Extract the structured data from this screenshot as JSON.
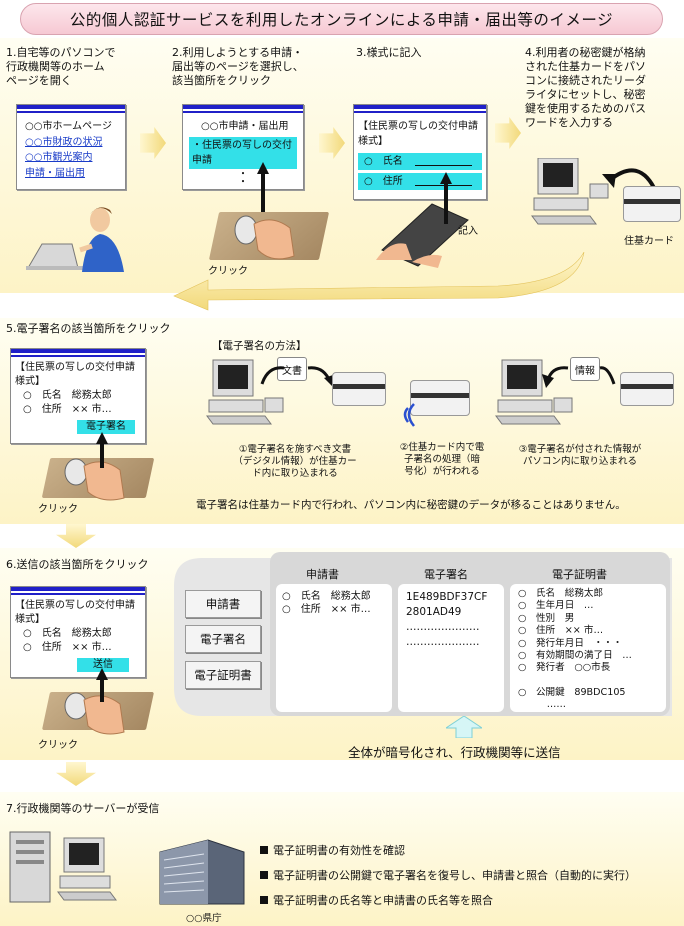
{
  "title": "公的個人認証サービスを利用したオンラインによる申請・届出等のイメージ",
  "step1": {
    "text": "1.自宅等のパソコンで\n行政機関等のホーム\nページを開く",
    "items": [
      "○○市ホームページ",
      "○○市財政の状況",
      "○○市観光案内",
      "申請・届出用"
    ]
  },
  "step2": {
    "text": "2.利用しようとする申請・\n届出等のページを選択し、\n該当箇所をクリック",
    "items": [
      "○○市申請・届出用",
      "・住民票の写しの交付申請"
    ],
    "dots": "・\n・",
    "click": "クリック"
  },
  "step3": {
    "text": "3.様式に記入",
    "form_title": "【住民票の写しの交付申請様式】",
    "fields": [
      "氏名",
      "住所"
    ],
    "write": "記入"
  },
  "step4": {
    "text": "4.利用者の秘密鍵が格納\nされた住基カードをパソ\nコンに接続されたリーダ\nライタにセットし、秘密\n鍵を使用するためのパス\nワードを入力する",
    "card_label": "住基カード"
  },
  "step5": {
    "text": "5.電子署名の該当箇所をクリック",
    "form_title": "【住民票の写しの交付申請様式】",
    "name_row": "氏名　総務太郎",
    "addr_row": "住所　×× 市…",
    "button": "電子署名",
    "click": "クリック",
    "method_title": "【電子署名の方法】",
    "doc_label": "文書",
    "info_label": "情報",
    "note1": "①電子署名を施すべき文書\n（デジタル情報）が住基カー\nド内に取り込まれる",
    "note2": "②住基カード内で電\n子署名の処理（暗\n号化）が行われる",
    "note3": "③電子署名が付された情報が\nパソコン内に取り込まれる",
    "summary": "電子署名は住基カード内で行われ、パソコン内に秘密鍵のデータが移ることはありません。"
  },
  "step6": {
    "text": "6.送信の該当箇所をクリック",
    "form_title": "【住民票の写しの交付申請様式】",
    "name_row": "氏名　総務太郎",
    "addr_row": "住所　×× 市…",
    "button": "送信",
    "click": "クリック",
    "buttons": [
      "申請書",
      "電子署名",
      "電子証明書"
    ],
    "col1": {
      "title": "申請書",
      "lines": [
        "○　氏名　総務太郎",
        "○　住所　×× 市…"
      ]
    },
    "col2": {
      "title": "電子署名",
      "lines": [
        "1E489BDF37CF",
        "2801AD49",
        "…………………",
        "…………………"
      ]
    },
    "col3": {
      "title": "電子証明書",
      "lines": [
        "○　氏名　総務太郎",
        "○　生年月日　…",
        "○　性別　男",
        "○　住所　×× 市…",
        "○　発行年月日　・・・",
        "○　有効期間の満了日　…",
        "○　発行者　○○市長",
        "",
        "○　公開鍵　89BDC105",
        "　　　……"
      ]
    },
    "summary": "全体が暗号化され、行政機関等に送信"
  },
  "step7": {
    "text": "7.行政機関等のサーバーが受信",
    "bullets": [
      "電子証明書の有効性を確認",
      "電子証明書の公開鍵で電子署名を復号し、申請書と照合（自動的に実行）",
      "電子証明書の氏名等と申請書の氏名等を照合"
    ],
    "building": "○○県庁"
  },
  "colors": {
    "band": "#fdf6d3",
    "cyan": "#33e0e8",
    "link": "#1a3cc8",
    "winbar": "#2020c8"
  }
}
